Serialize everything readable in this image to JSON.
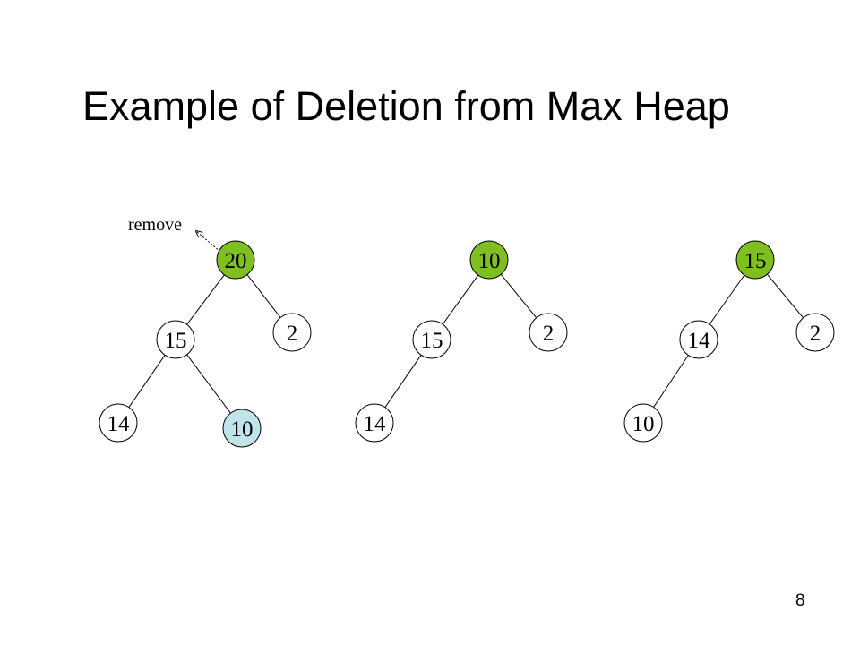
{
  "slide": {
    "title": "Example of Deletion from Max Heap",
    "number": "8"
  },
  "annotation": {
    "label": "remove",
    "points_to": "20"
  },
  "colors": {
    "root_fill": "#7fbf1f",
    "moved_fill": "#c0e4ea",
    "default_fill": "#ffffff"
  },
  "trees": [
    {
      "nodes": [
        {
          "id": "a",
          "value": "20",
          "highlight": "root"
        },
        {
          "id": "b",
          "value": "15",
          "highlight": ""
        },
        {
          "id": "c",
          "value": "2",
          "highlight": ""
        },
        {
          "id": "d",
          "value": "14",
          "highlight": ""
        },
        {
          "id": "e",
          "value": "10",
          "highlight": "moved"
        }
      ],
      "edges": [
        [
          "a",
          "b"
        ],
        [
          "a",
          "c"
        ],
        [
          "b",
          "d"
        ],
        [
          "b",
          "e"
        ]
      ]
    },
    {
      "nodes": [
        {
          "id": "a",
          "value": "10",
          "highlight": "root"
        },
        {
          "id": "b",
          "value": "15",
          "highlight": ""
        },
        {
          "id": "c",
          "value": "2",
          "highlight": ""
        },
        {
          "id": "d",
          "value": "14",
          "highlight": ""
        }
      ],
      "edges": [
        [
          "a",
          "b"
        ],
        [
          "a",
          "c"
        ],
        [
          "b",
          "d"
        ]
      ]
    },
    {
      "nodes": [
        {
          "id": "a",
          "value": "15",
          "highlight": "root"
        },
        {
          "id": "b",
          "value": "14",
          "highlight": ""
        },
        {
          "id": "c",
          "value": "2",
          "highlight": ""
        },
        {
          "id": "d",
          "value": "10",
          "highlight": ""
        }
      ],
      "edges": [
        [
          "a",
          "b"
        ],
        [
          "a",
          "c"
        ],
        [
          "b",
          "d"
        ]
      ]
    }
  ]
}
